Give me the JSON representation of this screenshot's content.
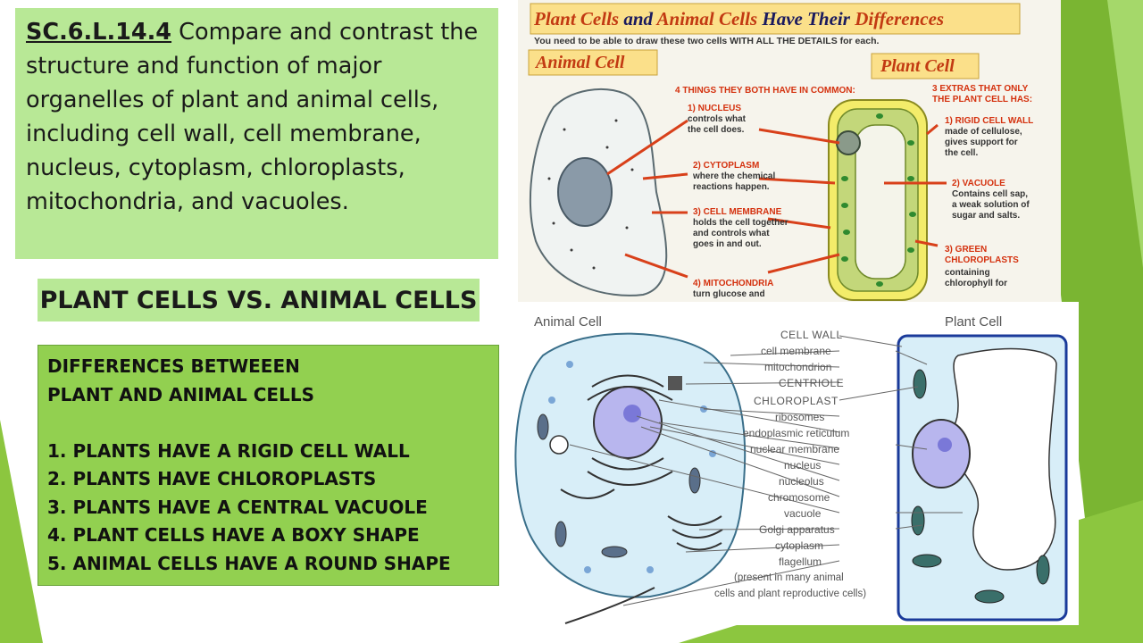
{
  "standard": {
    "code": "SC.6.L.14.4",
    "text": " Compare and contrast the structure and function of major organelles of plant and animal cells, including cell wall, cell membrane, nucleus, cytoplasm, chloroplasts, mitochondria, and vacuoles."
  },
  "title": "PLANT CELLS VS. ANIMAL CELLS",
  "differences": {
    "heading_lines": [
      "DIFFERENCES BETWEEEN",
      "PLANT AND ANIMAL CELLS"
    ],
    "items": [
      "1. PLANTS HAVE A RIGID CELL WALL",
      "2. PLANTS HAVE CHLOROPLASTS",
      "3. PLANTS HAVE A CENTRAL VACUOLE",
      "4. PLANT CELLS HAVE A BOXY SHAPE",
      "5. ANIMAL CELLS HAVE A ROUND SHAPE"
    ]
  },
  "diagram_top": {
    "heading_part1": "Plant Cells",
    "heading_and": " and ",
    "heading_part2": "Animal Cells",
    "heading_have": " Have Their ",
    "heading_part3": "Differences",
    "subtitle": "You need to be able to draw these two cells WITH ALL THE DETAILS for each.",
    "animal_label": "Animal Cell",
    "plant_label": "Plant Cell",
    "common_heading": "4 THINGS THEY BOTH HAVE IN COMMON:",
    "common": [
      [
        "1) NUCLEUS",
        "controls what",
        "the cell does."
      ],
      [
        "2) CYTOPLASM",
        "where the chemical",
        "reactions happen."
      ],
      [
        "3) CELL MEMBRANE",
        "holds the cell together",
        "and controls what",
        "goes in and out."
      ],
      [
        "4) MITOCHONDRIA",
        "turn glucose and"
      ]
    ],
    "extras_heading": [
      "3 EXTRAS THAT ONLY",
      "THE PLANT CELL HAS:"
    ],
    "extras": [
      [
        "1) RIGID CELL WALL",
        "made of cellulose,",
        "gives support for",
        "the cell."
      ],
      [
        "2) VACUOLE",
        "Contains cell sap,",
        "a weak solution of",
        "sugar and salts."
      ],
      [
        "3) GREEN",
        "CHLOROPLASTS",
        "containing",
        "chlorophyll for"
      ]
    ]
  },
  "diagram_bottom": {
    "animal_title": "Animal Cell",
    "plant_title": "Plant Cell",
    "labels": [
      "CELL WALL",
      "cell membrane",
      "mitochondrion",
      "CENTRIOLE",
      "CHLOROPLAST",
      "ribosomes",
      "endoplasmic reticulum",
      "nuclear membrane",
      "nucleus",
      "nucleolus",
      "chromosome",
      "vacuole",
      "Golgi apparatus",
      "cytoplasm",
      "flagellum",
      "(present in many animal",
      "cells and plant reproductive cells)"
    ]
  },
  "colors": {
    "light_green": "#b8e896",
    "green": "#92d050",
    "accent_green": "#8cc63f",
    "dark_green": "#6aa33a"
  }
}
